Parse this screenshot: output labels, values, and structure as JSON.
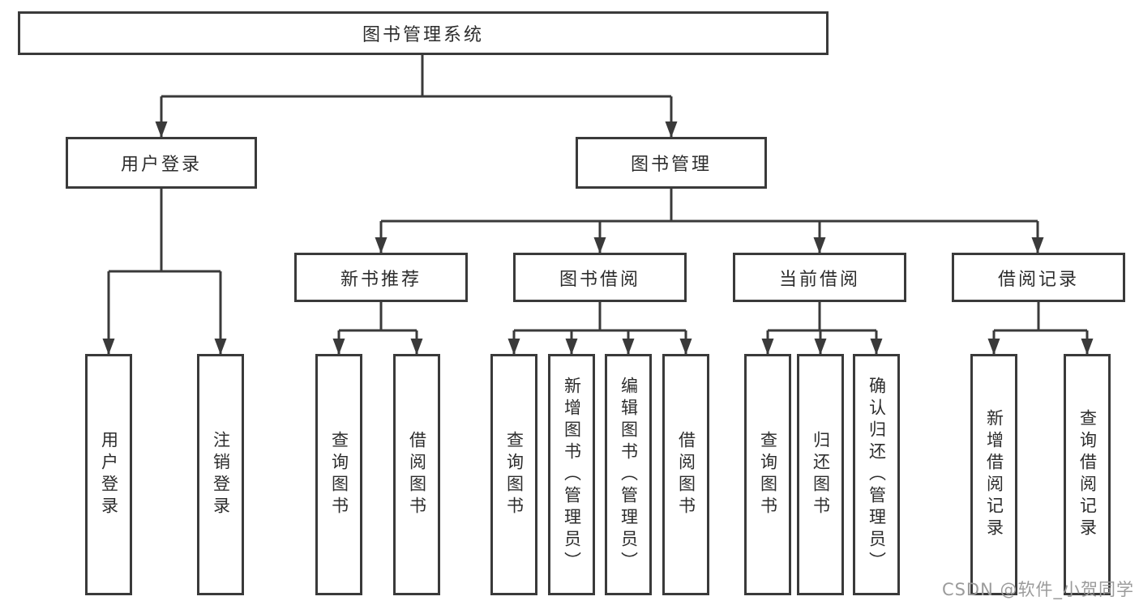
{
  "diagram": {
    "root": {
      "label": "图书管理系统"
    },
    "level2": [
      {
        "label": "用户登录"
      },
      {
        "label": "图书管理"
      }
    ],
    "level3": [
      {
        "label": "新书推荐"
      },
      {
        "label": "图书借阅"
      },
      {
        "label": "当前借阅"
      },
      {
        "label": "借阅记录"
      }
    ],
    "leaves": {
      "user_login": [
        "用户登录",
        "注销登录"
      ],
      "new_books": [
        "查询图书",
        "借阅图书"
      ],
      "book_borrow": [
        "查询图书",
        "新增图书（管理员）",
        "编辑图书（管理员）",
        "借阅图书"
      ],
      "current_borrow": [
        "查询图书",
        "归还图书",
        "确认归还（管理员）"
      ],
      "borrow_records": [
        "新增借阅记录",
        "查询借阅记录"
      ]
    },
    "watermark": "CSDN @软件_小贺同学",
    "colors": {
      "line": "#3a3a3a",
      "text": "#2d2d2d",
      "watermark": "#9b9b9b",
      "background": "#ffffff"
    }
  }
}
